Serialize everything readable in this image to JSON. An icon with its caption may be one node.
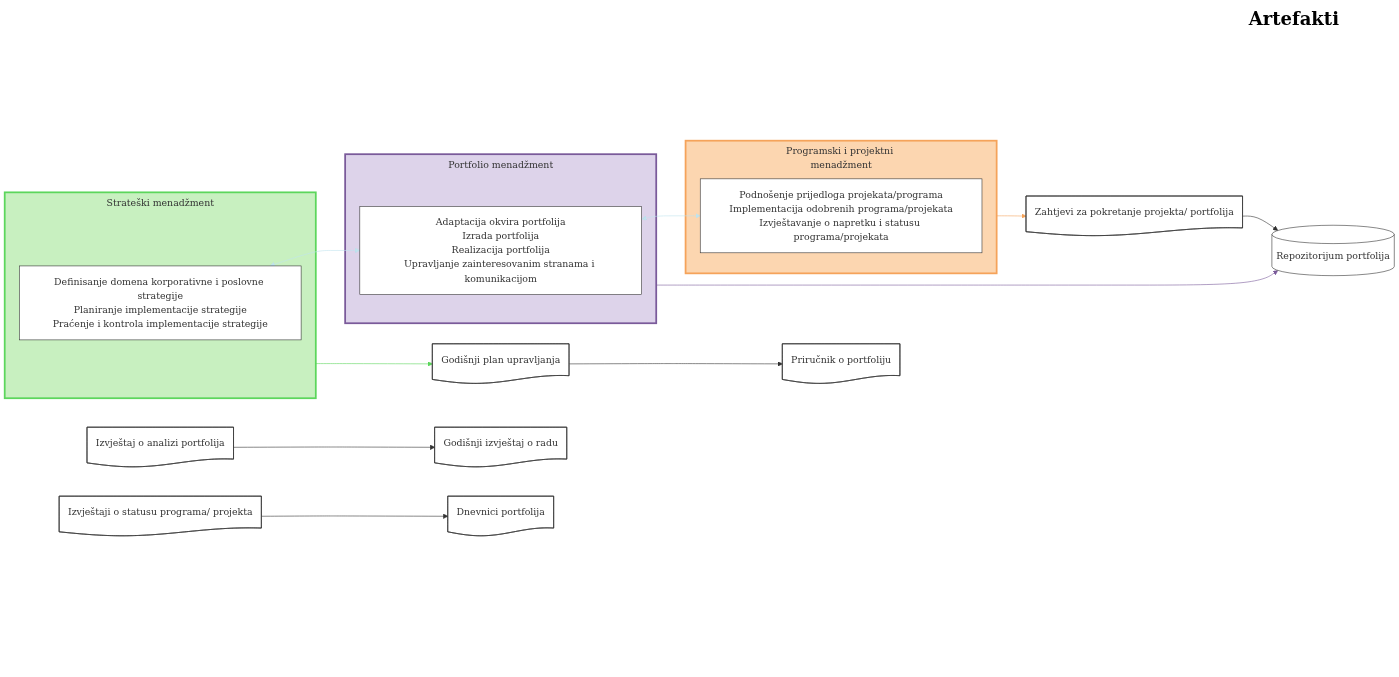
{
  "diagram": {
    "nodes": [
      {
        "text": [
          "Strateški menadžment"
        ]
      },
      {
        "text": [
          "Definisanje domena korporativne i poslovne strategije",
          "Planiranje implementacije strategije",
          "Praćenje i kontrola implementacije strategije"
        ],
        "in": 0
      },
      {
        "text": [
          "Portfolio menadžment"
        ]
      },
      {
        "text": [
          "Adaptacija okvira portfolija",
          "Izrada portfolija",
          "Realizacija portfolija",
          "Upravljanje zainteresovanim stranama i komunikacijom"
        ],
        "in": 2
      },
      {
        "text": [
          "Programski i projektni menadžment"
        ]
      },
      {
        "text": [
          "Podnošenje prijedloga projekata/programa",
          "Implementacija odobrenih programa/projekata",
          "Izvještavanje o napretku i statusu programa/projekata"
        ],
        "in": 4
      },
      {
        "text": [
          "Godišnji plan upravljanja"
        ]
      },
      {
        "text": [
          "Godišnji izvještaj o radu"
        ]
      },
      {
        "text": [
          "Priručnik o portfoliju"
        ]
      },
      {
        "text": [
          "Izvještaj o analizi portfolija"
        ]
      },
      {
        "text": [
          "Repozitorijum portfolija"
        ]
      },
      {
        "text": [
          "Dnevnici portfolija"
        ]
      },
      {
        "text": [
          "Zahtjevi za pokretanje projekta/ portfolija"
        ]
      },
      {
        "text": [
          "Izvještaji o statusu programa/ projekta"
        ]
      }
    ],
    "edges": [
      {
        "from": 1,
        "to": 3,
        "arrow": "both",
        "color": "#bfe3ee"
      },
      {
        "from": 3,
        "to": 5,
        "arrow": "both",
        "color": "#bfe3ee"
      },
      {
        "from": 0,
        "to": 6,
        "arrow": "to",
        "color": "#5cd65c"
      },
      {
        "from": 2,
        "to": 10,
        "arrow": "to",
        "color": "#7a5a9a"
      },
      {
        "from": 4,
        "to": 12,
        "arrow": "to",
        "color": "#f5a35a"
      },
      {
        "from": 6,
        "to": 8,
        "arrow": "to"
      },
      {
        "from": 9,
        "to": 7,
        "arrow": "to"
      },
      {
        "from": 12,
        "to": 10,
        "arrow": "to"
      },
      {
        "from": 13,
        "to": 11,
        "arrow": "to"
      }
    ],
    "labels": [
      "Artefakti"
    ]
  }
}
